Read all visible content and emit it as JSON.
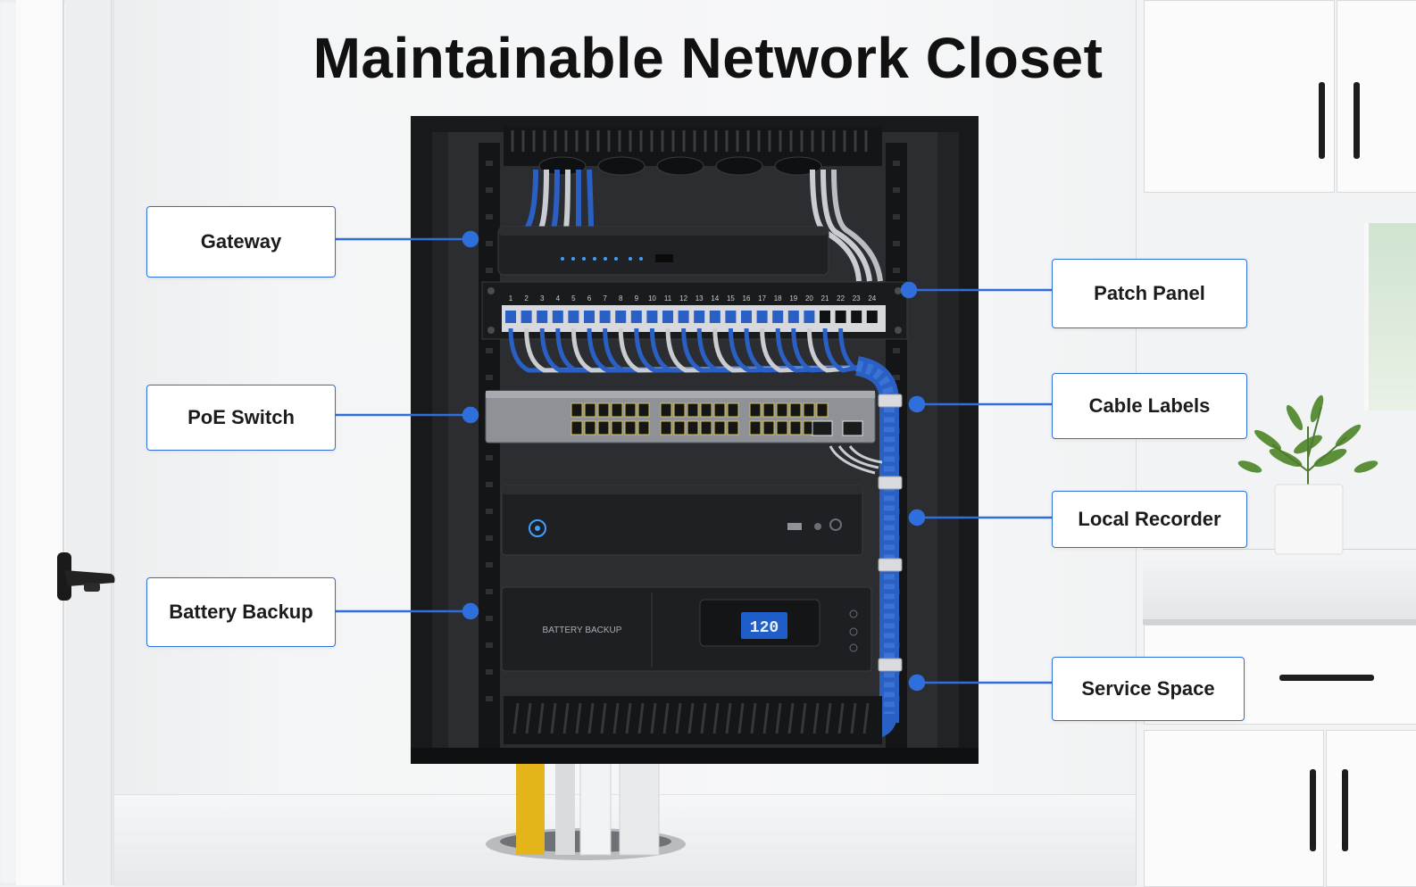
{
  "title": "Maintainable Network Closet",
  "callouts": {
    "gateway": "Gateway",
    "poe_switch": "PoE Switch",
    "battery_backup": "Battery Backup",
    "patch_panel": "Patch Panel",
    "cable_labels": "Cable Labels",
    "local_recorder": "Local Recorder",
    "service_space": "Service Space"
  },
  "devices": {
    "battery_label": "BATTERY BACKUP",
    "battery_display": "120",
    "patch_port_numbers": [
      "1",
      "2",
      "3",
      "4",
      "5",
      "6",
      "7",
      "8",
      "9",
      "10",
      "11",
      "12",
      "13",
      "14",
      "15",
      "16",
      "17",
      "18",
      "19",
      "20",
      "21",
      "22",
      "23",
      "24"
    ]
  },
  "colors": {
    "accent": "#2f6fdc",
    "cable_blue": "#2a5fc4",
    "cable_gray": "#c9ccd0",
    "rack": "#1c1d1f"
  }
}
